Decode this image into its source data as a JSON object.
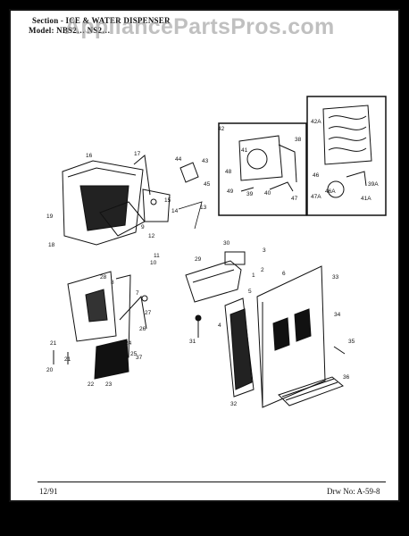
{
  "header": {
    "section_line": "Section - ICE & WATER DISPENSER",
    "model_line": "Model: NBS2… NS2…"
  },
  "watermark": "AppliancePartsPros.com",
  "footer": {
    "date": "12/91",
    "drawing_number": "Drw No: A-59-8"
  },
  "part_numbers": [
    "1",
    "2",
    "3",
    "4",
    "5",
    "6",
    "7",
    "8",
    "9",
    "10",
    "11",
    "12",
    "13",
    "14",
    "15",
    "16",
    "17",
    "18",
    "19",
    "20",
    "21",
    "22",
    "23",
    "24",
    "25",
    "26",
    "27",
    "28",
    "29",
    "30",
    "31",
    "32",
    "33",
    "34",
    "35",
    "36",
    "37",
    "38",
    "39",
    "40",
    "41",
    "42",
    "43",
    "44",
    "45",
    "46",
    "47",
    "41A",
    "42A",
    "46A",
    "47A",
    "39A"
  ],
  "colors": {
    "background": "#000000",
    "paper": "#ffffff",
    "ink": "#111111"
  }
}
